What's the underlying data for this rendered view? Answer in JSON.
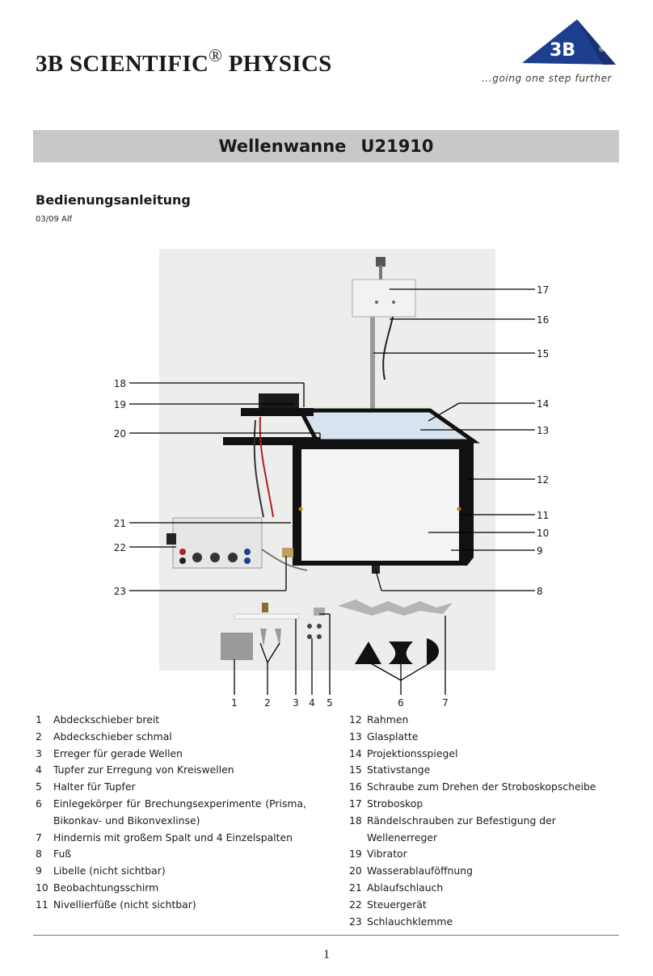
{
  "header": {
    "brand": "3B SCIENTIFIC",
    "brand_mark": "®",
    "brand_suffix": "PHYSICS",
    "logo_text": "3B",
    "logo_mark": "®",
    "logo_tagline": "...going one step further"
  },
  "title": {
    "name": "Wellenwanne",
    "code": "U21910"
  },
  "subtitle": "Bedienungsanleitung",
  "date": "03/09 Alf",
  "figure": {
    "callouts_right": [
      "17",
      "16",
      "15",
      "14",
      "13",
      "12",
      "11",
      "10",
      "9",
      "8"
    ],
    "callouts_left": [
      "18",
      "19",
      "20",
      "21",
      "22",
      "23"
    ],
    "callouts_bottom": [
      "1",
      "2",
      "3",
      "4",
      "5",
      "6",
      "7"
    ]
  },
  "legend_left": [
    {
      "num": "1",
      "text": "Abdeckschieber breit"
    },
    {
      "num": "2",
      "text": "Abdeckschieber schmal"
    },
    {
      "num": "3",
      "text": "Erreger für gerade Wellen"
    },
    {
      "num": "4",
      "text": "Tupfer zur Erregung von Kreiswellen"
    },
    {
      "num": "5",
      "text": "Halter für Tupfer"
    },
    {
      "num": "6",
      "text": "Einlegekörper für Brechungsexperimente (Prisma, Bikonkav- und Bikonvexlinse)"
    },
    {
      "num": "7",
      "text": "Hindernis mit großem Spalt und 4 Einzelspalten"
    },
    {
      "num": "8",
      "text": "Fuß"
    },
    {
      "num": "9",
      "text": "Libelle (nicht sichtbar)"
    },
    {
      "num": "10",
      "text": "Beobachtungsschirm"
    },
    {
      "num": "11",
      "text": "Nivellierfüße (nicht sichtbar)"
    }
  ],
  "legend_right": [
    {
      "num": "12",
      "text": "Rahmen"
    },
    {
      "num": "13",
      "text": "Glasplatte"
    },
    {
      "num": "14",
      "text": "Projektionsspiegel"
    },
    {
      "num": "15",
      "text": "Stativstange"
    },
    {
      "num": "16",
      "text": "Schraube zum Drehen der Stroboskopscheibe"
    },
    {
      "num": "17",
      "text": "Stroboskop"
    },
    {
      "num": "18",
      "text": "Rändelschrauben zur Befestigung der Wellenerreger"
    },
    {
      "num": "19",
      "text": "Vibrator"
    },
    {
      "num": "20",
      "text": "Wasserablauföffnung"
    },
    {
      "num": "21",
      "text": "Ablaufschlauch"
    },
    {
      "num": "22",
      "text": "Steuergerät"
    },
    {
      "num": "23",
      "text": "Schlauchklemme"
    }
  ],
  "page_number": "1",
  "colors": {
    "logo_blue": "#1e3f8f",
    "title_bar": "#c8c8c8",
    "frame": "#111111",
    "screen": "#f4f4f6"
  }
}
